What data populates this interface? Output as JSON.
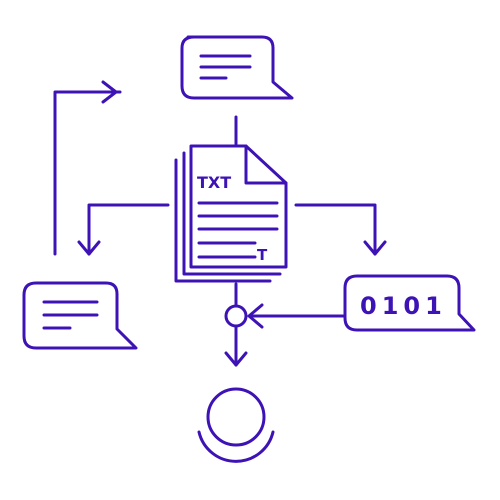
{
  "colors": {
    "stroke": "#3d13b5",
    "background": "#ffffff"
  },
  "diagram": {
    "document": {
      "title": "TXT",
      "text_marker": "T"
    },
    "binary_box": {
      "text": "0101"
    },
    "icons": {
      "top": "chat-bubble-icon",
      "left": "chat-bubble-icon",
      "right": "binary-data-icon",
      "center": "text-document-icon",
      "bottom": "target-circle-icon"
    }
  }
}
